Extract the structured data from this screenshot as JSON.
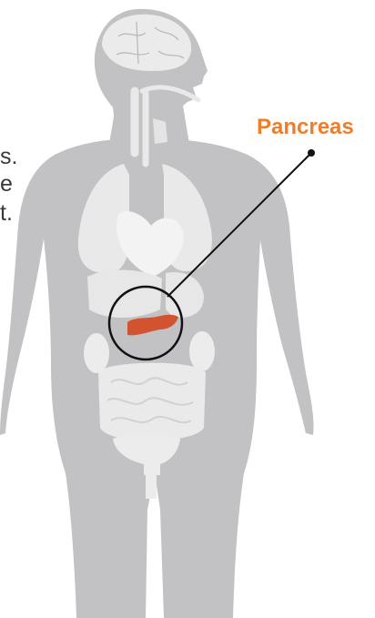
{
  "callout": {
    "label": "Pancreas"
  },
  "text_fragments": [
    "s.",
    "e",
    "t."
  ],
  "colors": {
    "label": "#f07d28",
    "organ_highlight": "#d2532f",
    "body_silhouette": "#c2c2c4",
    "organs": "#e9e9ea",
    "leader_line": "#111111",
    "fragment_text": "#3a3a3a"
  }
}
